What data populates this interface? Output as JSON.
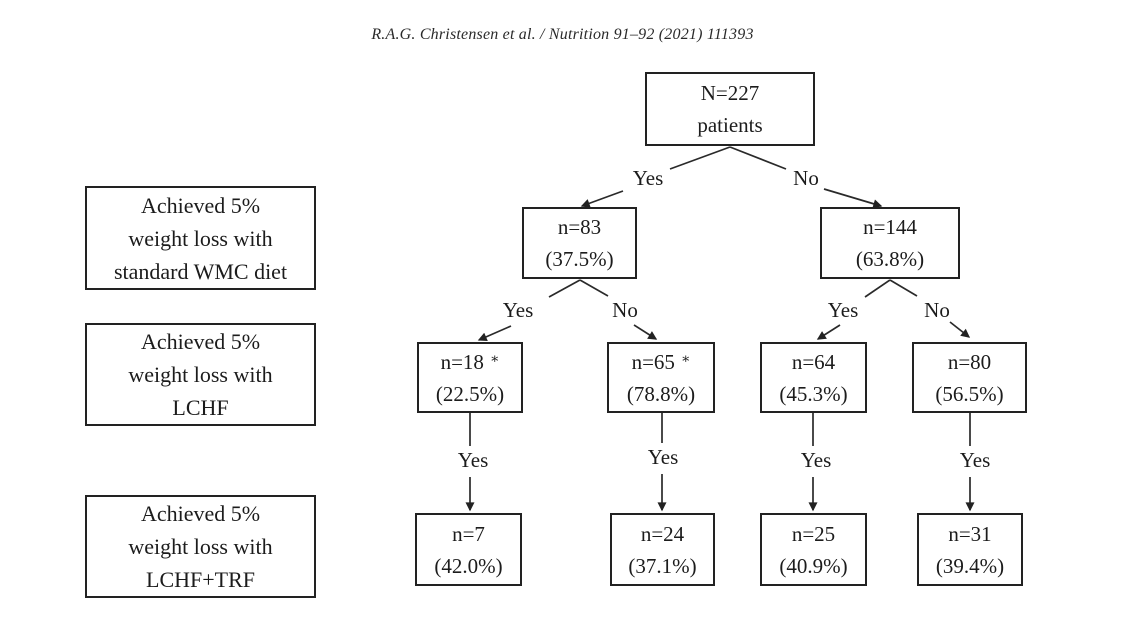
{
  "header": {
    "citation": "R.A.G. Christensen et al. / Nutrition 91–92 (2021) 111393"
  },
  "row_labels": [
    {
      "line1": "Achieved 5%",
      "line2": "weight loss with",
      "line3": "standard WMC diet"
    },
    {
      "line1": "Achieved 5%",
      "line2": "weight loss with",
      "line3": "LCHF"
    },
    {
      "line1": "Achieved 5%",
      "line2": "weight loss with",
      "line3": "LCHF+TRF"
    }
  ],
  "nodes": {
    "root": {
      "line1": "N=227",
      "line2": "patients"
    },
    "n83": {
      "line1": "n=83",
      "line2": "(37.5%)"
    },
    "n144": {
      "line1": "n=144",
      "line2": "(63.8%)"
    },
    "n18": {
      "line1": "n=18",
      "flag": "∗",
      "line2": "(22.5%)"
    },
    "n65": {
      "line1": "n=65",
      "flag": "∗",
      "line2": "(78.8%)"
    },
    "n64": {
      "line1": "n=64",
      "line2": "(45.3%)"
    },
    "n80": {
      "line1": "n=80",
      "line2": "(56.5%)"
    },
    "n7": {
      "line1": "n=7",
      "line2": "(42.0%)"
    },
    "n24": {
      "line1": "n=24",
      "line2": "(37.1%)"
    },
    "n25": {
      "line1": "n=25",
      "line2": "(40.9%)"
    },
    "n31": {
      "line1": "n=31",
      "line2": "(39.4%)"
    }
  },
  "edge_labels": {
    "yes": "Yes",
    "no": "No"
  },
  "colors": {
    "ink": "#1c1c1c",
    "line": "#2a2a2a",
    "background": "#ffffff"
  }
}
